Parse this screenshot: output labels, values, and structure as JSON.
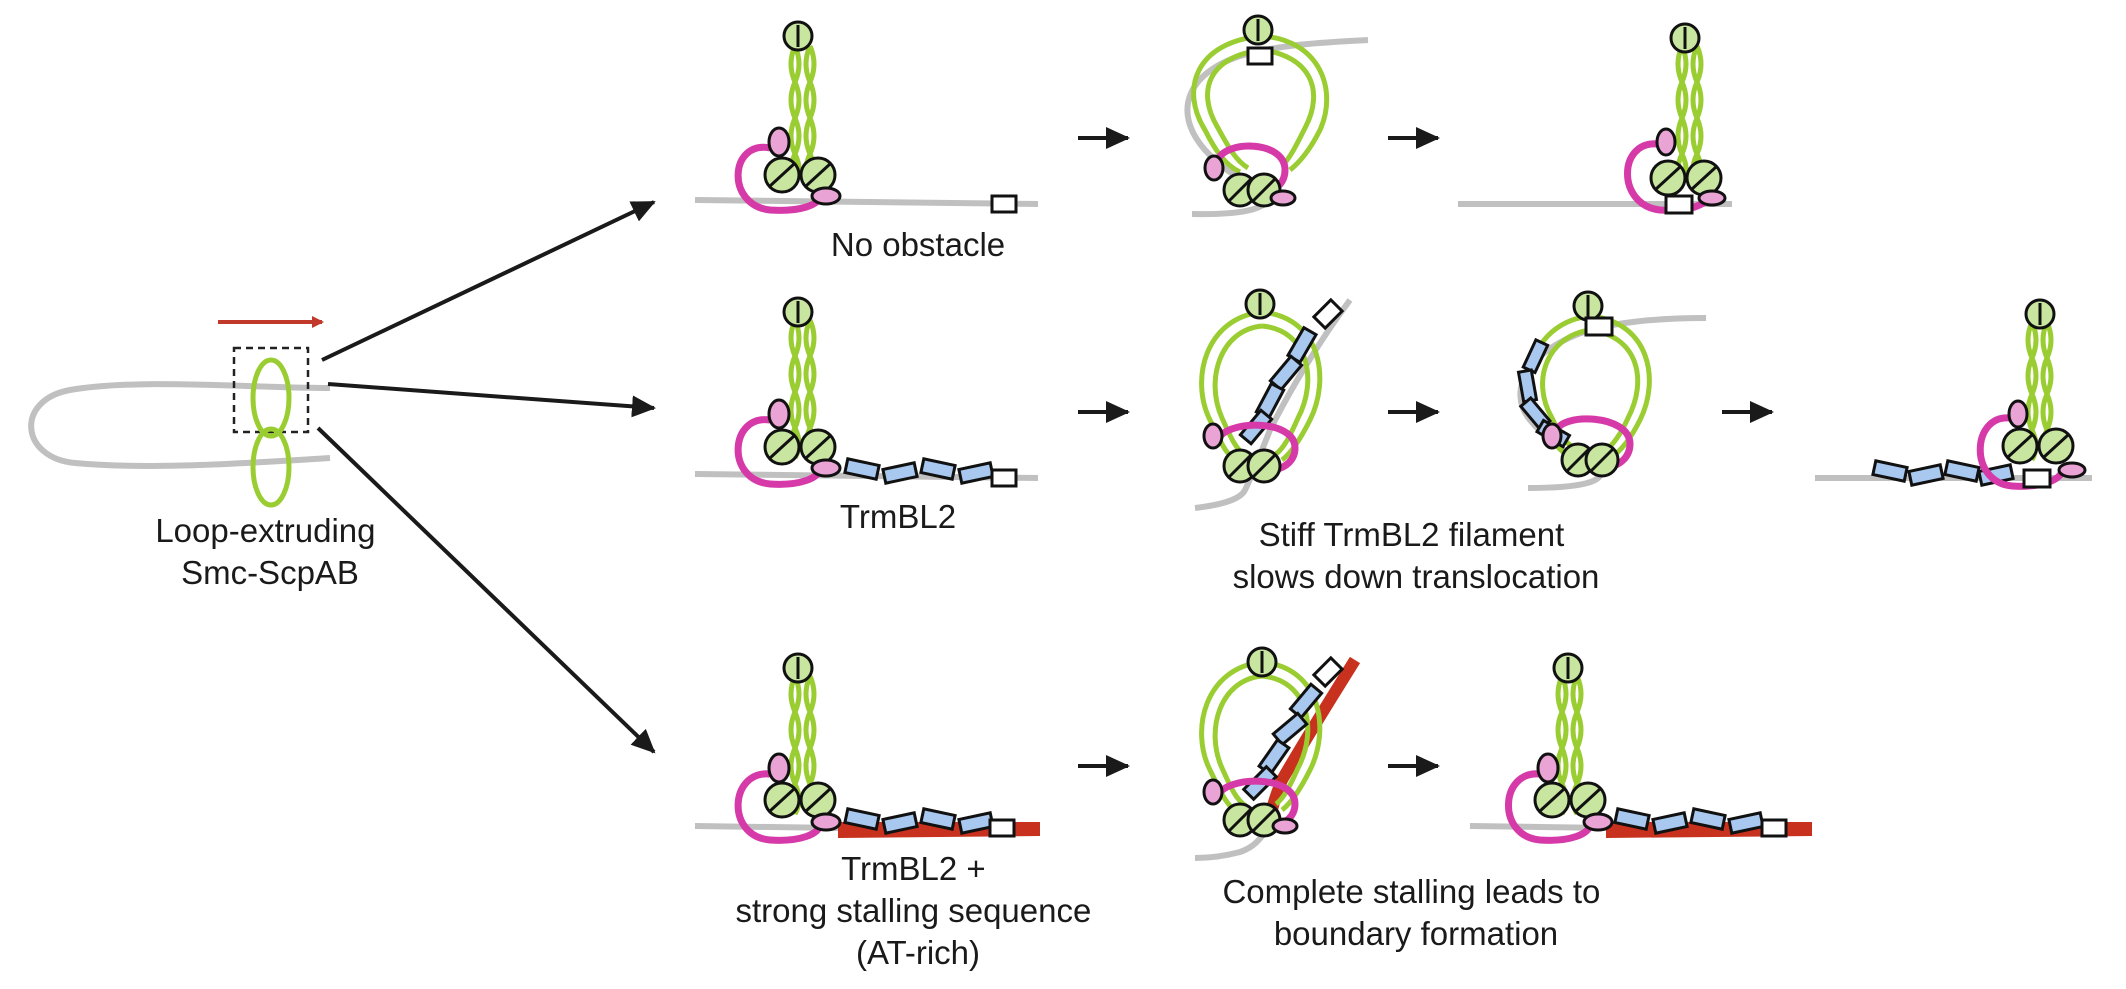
{
  "labels": {
    "source": [
      "Loop-extruding",
      "Smc-ScpAB"
    ],
    "row1": "No obstacle",
    "row2": "TrmBL2",
    "row2_caption": [
      "Stiff TrmBL2 filament",
      "slows down translocation"
    ],
    "row3": [
      "TrmBL2 +",
      "strong stalling sequence",
      "(AT-rich)"
    ],
    "row3_caption": [
      "Complete stalling leads to",
      "boundary formation"
    ]
  },
  "colors": {
    "coiled_coil": "#9acd32",
    "head": "#c8e6a0",
    "kleisin": "#d63aa8",
    "kite": "#e9a3d4",
    "dna": "#c0c0c0",
    "trmbl2": "#a8c8f0",
    "stall_dna": "#c8311e",
    "direction_arrow": "#c0392b",
    "arrow": "#1a1a1a"
  }
}
